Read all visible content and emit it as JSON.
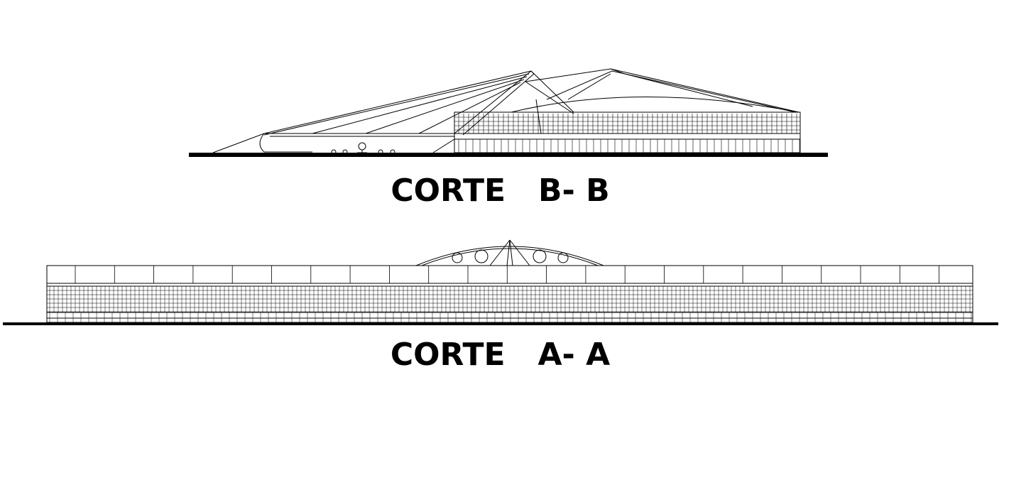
{
  "sections": [
    {
      "id": "bb",
      "title": "CORTE   B- B"
    },
    {
      "id": "aa",
      "title": "CORTE   A- A"
    }
  ]
}
